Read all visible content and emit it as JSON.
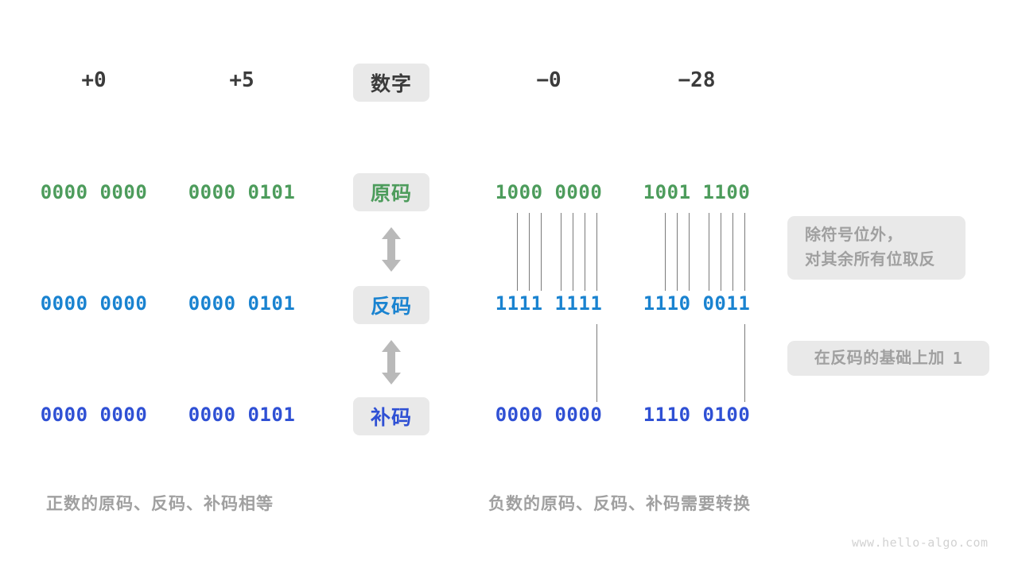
{
  "diagram": {
    "title_watermark": "www.hello-algo.com",
    "colors": {
      "green": "#4d9c5c",
      "blue": "#1a83d0",
      "navy": "#2f50d4",
      "grey_text": "#a0a0a0",
      "dark_text": "#3b3b3b",
      "pill_bg": "#e9e9e9",
      "line": "#7a7a7a",
      "background": "#ffffff"
    },
    "header": {
      "row_label": "数字",
      "columns": [
        "+0",
        "+5",
        "−0",
        "−28"
      ]
    },
    "rows": [
      {
        "label": "原码",
        "label_color": "#4d9c5c",
        "value_color": "#4d9c5c",
        "values": [
          "0000 0000",
          "0000 0101",
          "1000 0000",
          "1001 1100"
        ]
      },
      {
        "label": "反码",
        "label_color": "#1a83d0",
        "value_color": "#1a83d0",
        "values": [
          "0000 0000",
          "0000 0101",
          "1111 1111",
          "1110 0011"
        ]
      },
      {
        "label": "补码",
        "label_color": "#2f50d4",
        "value_color": "#2f50d4",
        "values": [
          "0000 0000",
          "0000 0101",
          "0000 0000",
          "1110 0100"
        ]
      }
    ],
    "notes": [
      {
        "line1": "除符号位外，",
        "line2": "对其余所有位取反"
      },
      {
        "line1": "在反码的基础上加",
        "line2": "1"
      }
    ],
    "captions": {
      "left": "正数的原码、反码、补码相等",
      "right": "负数的原码、反码、补码需要转换"
    }
  }
}
